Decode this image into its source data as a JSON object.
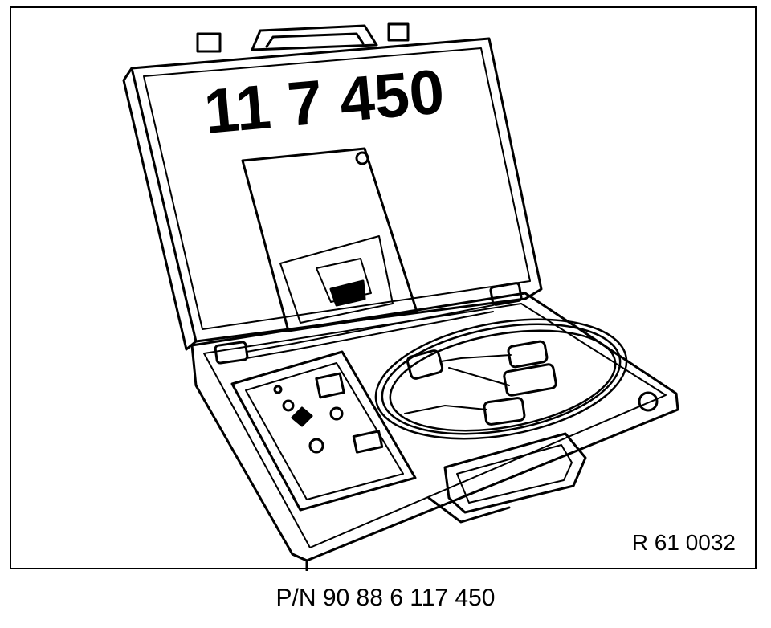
{
  "lid_label": "11 7 450",
  "reference_code": "R 61 0032",
  "part_number": "P/N 90 88 6 117 450"
}
